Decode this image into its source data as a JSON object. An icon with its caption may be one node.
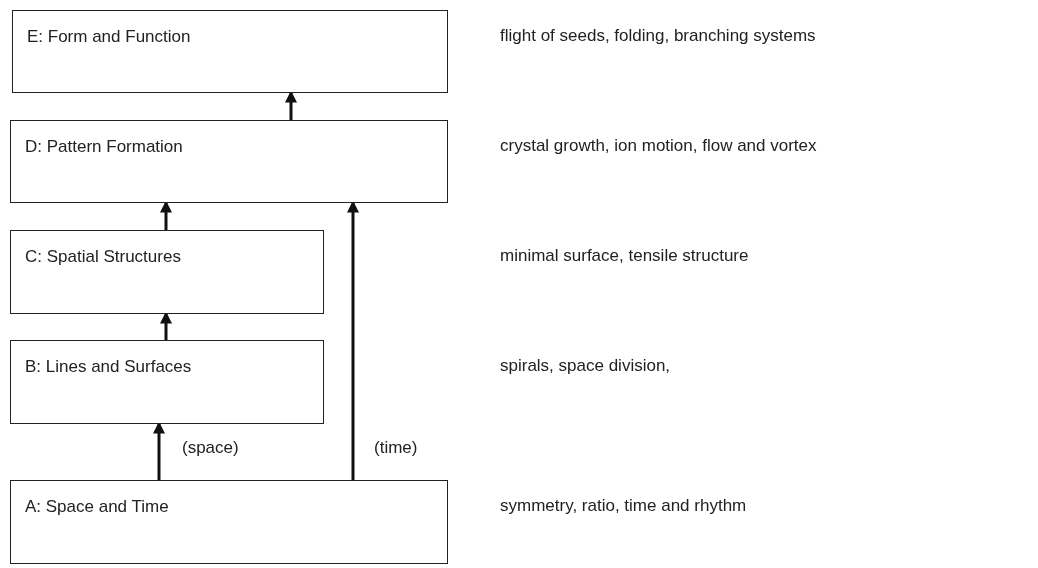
{
  "diagram": {
    "nodes": [
      {
        "text": [
          "E: Form and Function"
        ],
        "beside": [
          "flight of seeds, folding, branching systems"
        ]
      },
      {
        "text": [
          "D: Pattern Formation"
        ],
        "beside": [
          "crystal growth, ion motion, flow and vortex"
        ]
      },
      {
        "text": [
          "C: Spatial Structures"
        ]
      },
      {
        "text": [
          "B: Lines and Surfaces"
        ]
      },
      {
        "text": [
          "A: Space and Time"
        ],
        "beside": [
          "symmetry, ratio, time and rhythm"
        ]
      }
    ],
    "edges": [
      {
        "from": 4,
        "to": 3,
        "arrow": "to",
        "label": "(space)"
      },
      {
        "from": 3,
        "to": 2,
        "arrow": "to"
      },
      {
        "from": 2,
        "to": 1,
        "arrow": "to"
      },
      {
        "from": 1,
        "to": 0,
        "arrow": "to"
      },
      {
        "from": 4,
        "to": 1,
        "arrow": "to",
        "label": "(time)"
      }
    ],
    "labels": [
      "minimal surface, tensile structure",
      "spirals, space division,"
    ]
  }
}
